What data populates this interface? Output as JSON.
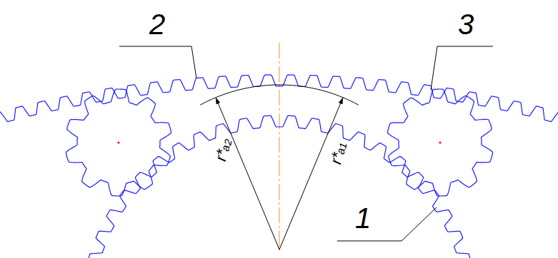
{
  "diagram": {
    "labels": [
      "2",
      "3",
      "r*ₐ₂",
      "r*ₐ₁",
      "1"
    ]
  }
}
